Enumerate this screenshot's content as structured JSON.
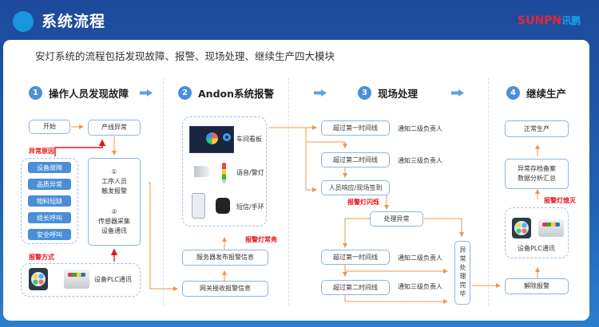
{
  "header": {
    "title": "系统流程",
    "logo_en": "SUNPN",
    "logo_cn": "讯鹏"
  },
  "intro": "安灯系统的流程包括发现故障、报警、现场处理、继续生产四大模块",
  "steps": [
    {
      "num": "1",
      "label": "操作人员发现故障"
    },
    {
      "num": "2",
      "label": "Andon系统报警"
    },
    {
      "num": "3",
      "label": "现场处理"
    },
    {
      "num": "4",
      "label": "继续生产"
    }
  ],
  "col1": {
    "start": "开始",
    "line_abnormal": "产线异常",
    "cause_label": "异常原因",
    "causes": [
      "设备故障",
      "品质异常",
      "物料短缺",
      "组长呼叫",
      "安全呼叫"
    ],
    "trigger_num": "①",
    "trigger_line1": "工序人员",
    "trigger_line2": "触发报警",
    "sensor_num": "②",
    "sensor_line1": "传感器采集",
    "sensor_line2": "设备通讯",
    "alarm_method_label": "报警方式",
    "plc_label": "设备PLC通讯"
  },
  "col2": {
    "devices": [
      {
        "icon": "dashboard-board-icon",
        "label": "车间看板"
      },
      {
        "icon": "horn-and-tower-light-icon",
        "label": "语音/警灯"
      },
      {
        "icon": "phone-and-watch-icon",
        "label": "短信/手环"
      }
    ],
    "light_on_label": "报警灯常亮",
    "server_publish": "服务器发布报警信息",
    "gateway_receive": "网关接收报警信息"
  },
  "col3": {
    "exceed_first": "超过第一时间线",
    "notify_second": "通知二级负责人",
    "exceed_second": "超过第二时间线",
    "notify_third": "通知三级负责人",
    "response": "人员响应/现场签到",
    "light_blink_label": "报警灯闪烁",
    "handle": "处理异常",
    "exceed_first_2": "超过第一时间线",
    "notify_second_2": "通知二级负责人",
    "exceed_second_2": "超过第二时间线",
    "notify_third_2": "通知三级负责人",
    "done": "异常处理完毕"
  },
  "col4": {
    "normal": "正常生产",
    "archive_line1": "异常存档备案",
    "archive_line2": "数据分析汇总",
    "light_off_label": "报警灯熄灭",
    "plc_label": "设备PLC通讯",
    "release": "解除报警"
  },
  "colors": {
    "accent_blue": "#4a8fd6",
    "arrow_orange": "#f0954a",
    "alert_red": "#e8141c",
    "box_border": "#8db5e0"
  }
}
